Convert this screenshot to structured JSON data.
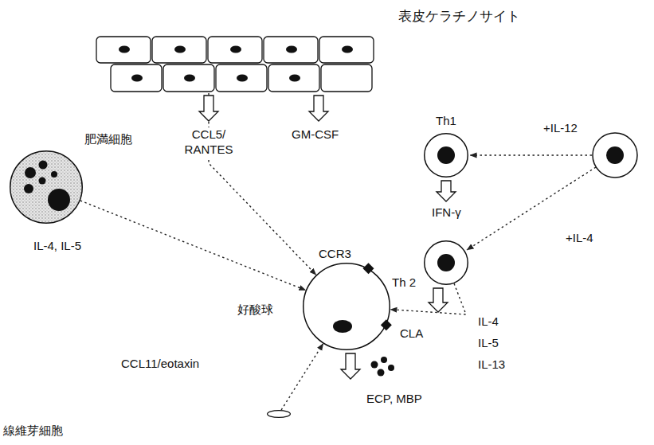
{
  "diagram": {
    "nodes": [
      {
        "text": [
          "表皮ケラチノサイト"
        ]
      },
      {
        "text": [
          "Th1"
        ]
      },
      {
        "text": [
          "肥満細胞"
        ]
      },
      {
        "text": [
          "Th 2"
        ]
      },
      {
        "text": [
          "好酸球"
        ]
      },
      {
        "text": [
          "線維芽細胞"
        ]
      }
    ],
    "edges": [
      {
        "from": 0,
        "to": 4,
        "arrow": "to",
        "label": "CCL5/ RANTES"
      },
      {
        "from": 2,
        "to": 4,
        "arrow": "to",
        "label": "IL-4, IL-5"
      },
      {
        "from": 5,
        "to": 4,
        "arrow": "to",
        "label": "CCL11/eotaxin"
      },
      {
        "from": 3,
        "to": 4,
        "arrow": "to"
      }
    ],
    "labels": [
      "CCR3",
      "CLA",
      "GM-CSF",
      "+IL-12",
      "IFN-γ",
      "+IL-4",
      "IL-4",
      "IL-5",
      "IL-13",
      "ECP, MBP"
    ]
  }
}
